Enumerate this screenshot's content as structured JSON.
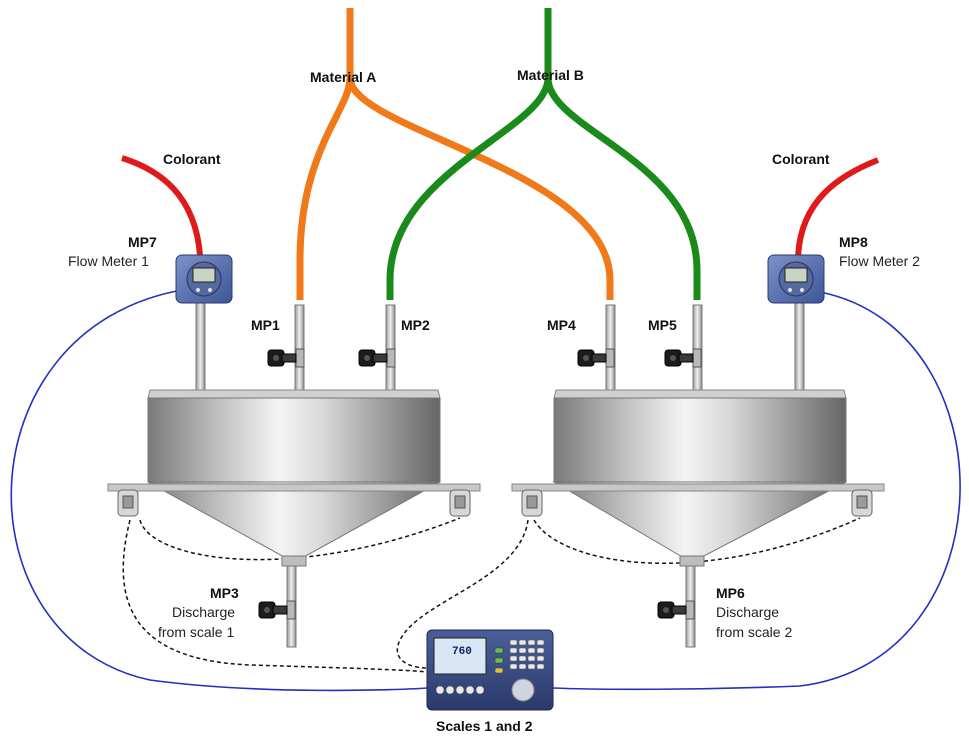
{
  "materials": {
    "a": {
      "label": "Material A",
      "color": "#f07a1a"
    },
    "b": {
      "label": "Material B",
      "color": "#1a8a1a"
    }
  },
  "colorant": {
    "left_label": "Colorant",
    "right_label": "Colorant",
    "color": "#e01a1a"
  },
  "measure_points": {
    "mp1": "MP1",
    "mp2": "MP2",
    "mp3": "MP3",
    "mp4": "MP4",
    "mp5": "MP5",
    "mp6": "MP6",
    "mp7": "MP7",
    "mp8": "MP8"
  },
  "flow_meters": {
    "left": "Flow Meter 1",
    "right": "Flow Meter 2"
  },
  "discharge": {
    "left_line1": "Discharge",
    "left_line2": "from scale 1",
    "right_line1": "Discharge",
    "right_line2": "from scale 2"
  },
  "terminal": {
    "label": "Scales 1 and 2",
    "display_value": "760"
  },
  "colors": {
    "cable": "#2030c0",
    "loadcell_cable": "#111111"
  }
}
